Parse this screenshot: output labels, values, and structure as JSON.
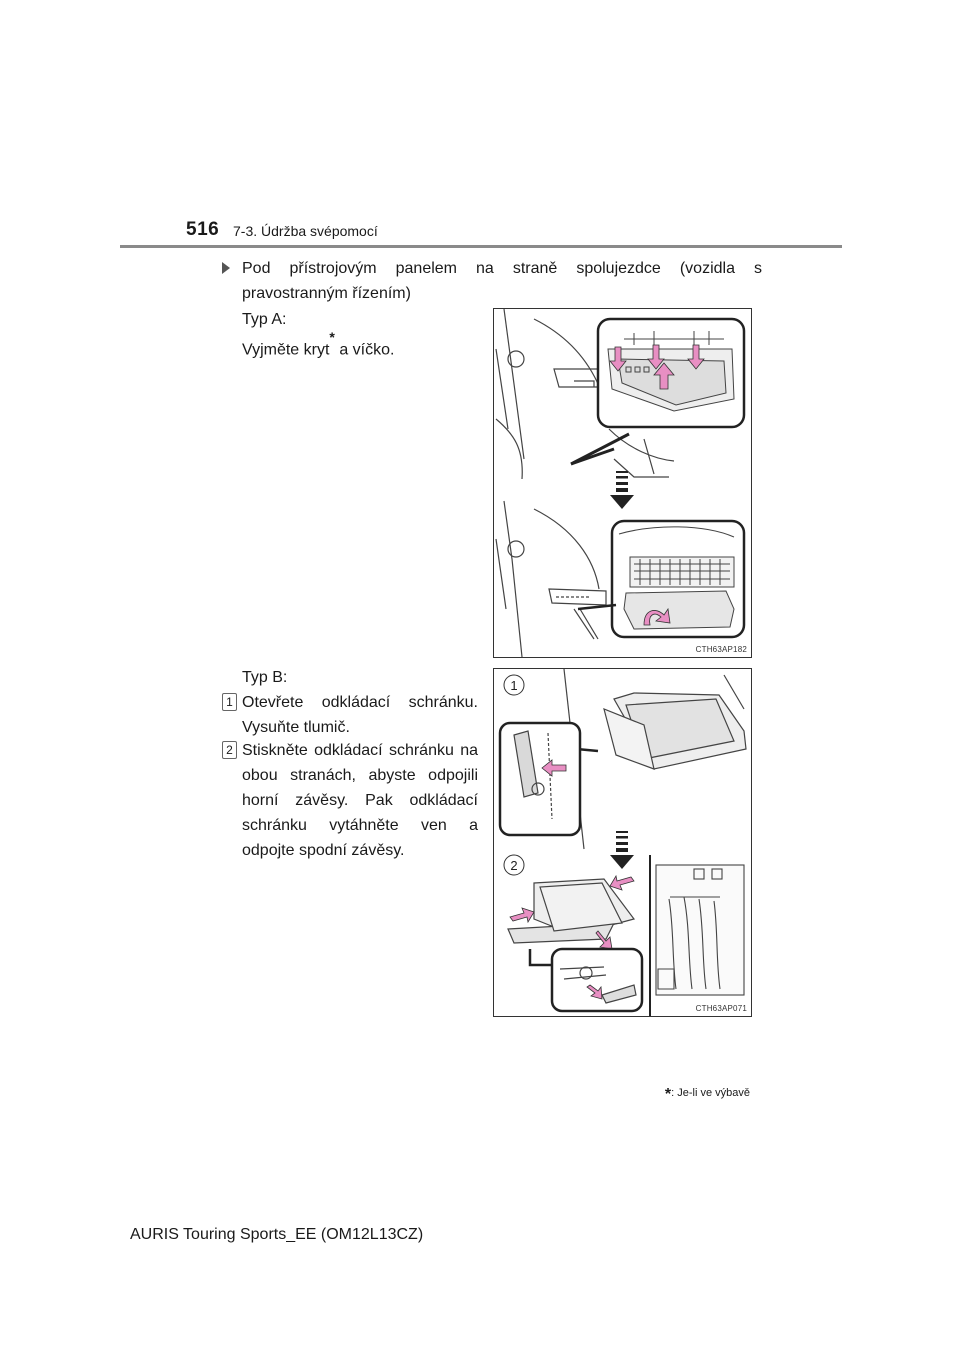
{
  "header": {
    "page_number": "516",
    "section": "7-3. Údržba svépomocí"
  },
  "intro": {
    "bullet_text": "Pod přístrojovým panelem na straně spolujezdce (vozidla s pravostranným řízením)"
  },
  "type_a": {
    "label": "Typ A:",
    "instruction_before": "Vyjměte kryt",
    "instruction_star": "*",
    "instruction_after": " a víčko.",
    "figure_code": "CTH63AP182"
  },
  "type_b": {
    "label": "Typ B:",
    "steps": [
      {
        "num": "1",
        "text": "Otevřete odkládací schránku. Vysuňte tlumič."
      },
      {
        "num": "2",
        "text": "Stiskněte odkládací schránku na obou stranách, abyste odpojili horní závěsy. Pak odkládací schránku vytáhněte ven a odpojte spodní závěsy."
      }
    ],
    "figure_code": "CTH63AP071",
    "figure_callouts": [
      "1",
      "2"
    ]
  },
  "footnote": {
    "star": "*",
    "text": ": Je-li ve výbavě"
  },
  "footer": {
    "text": "AURIS Touring Sports_EE (OM12L13CZ)"
  },
  "colors": {
    "arrow_pink": "#e88fc3",
    "rule_gray": "#8a8a8a"
  }
}
